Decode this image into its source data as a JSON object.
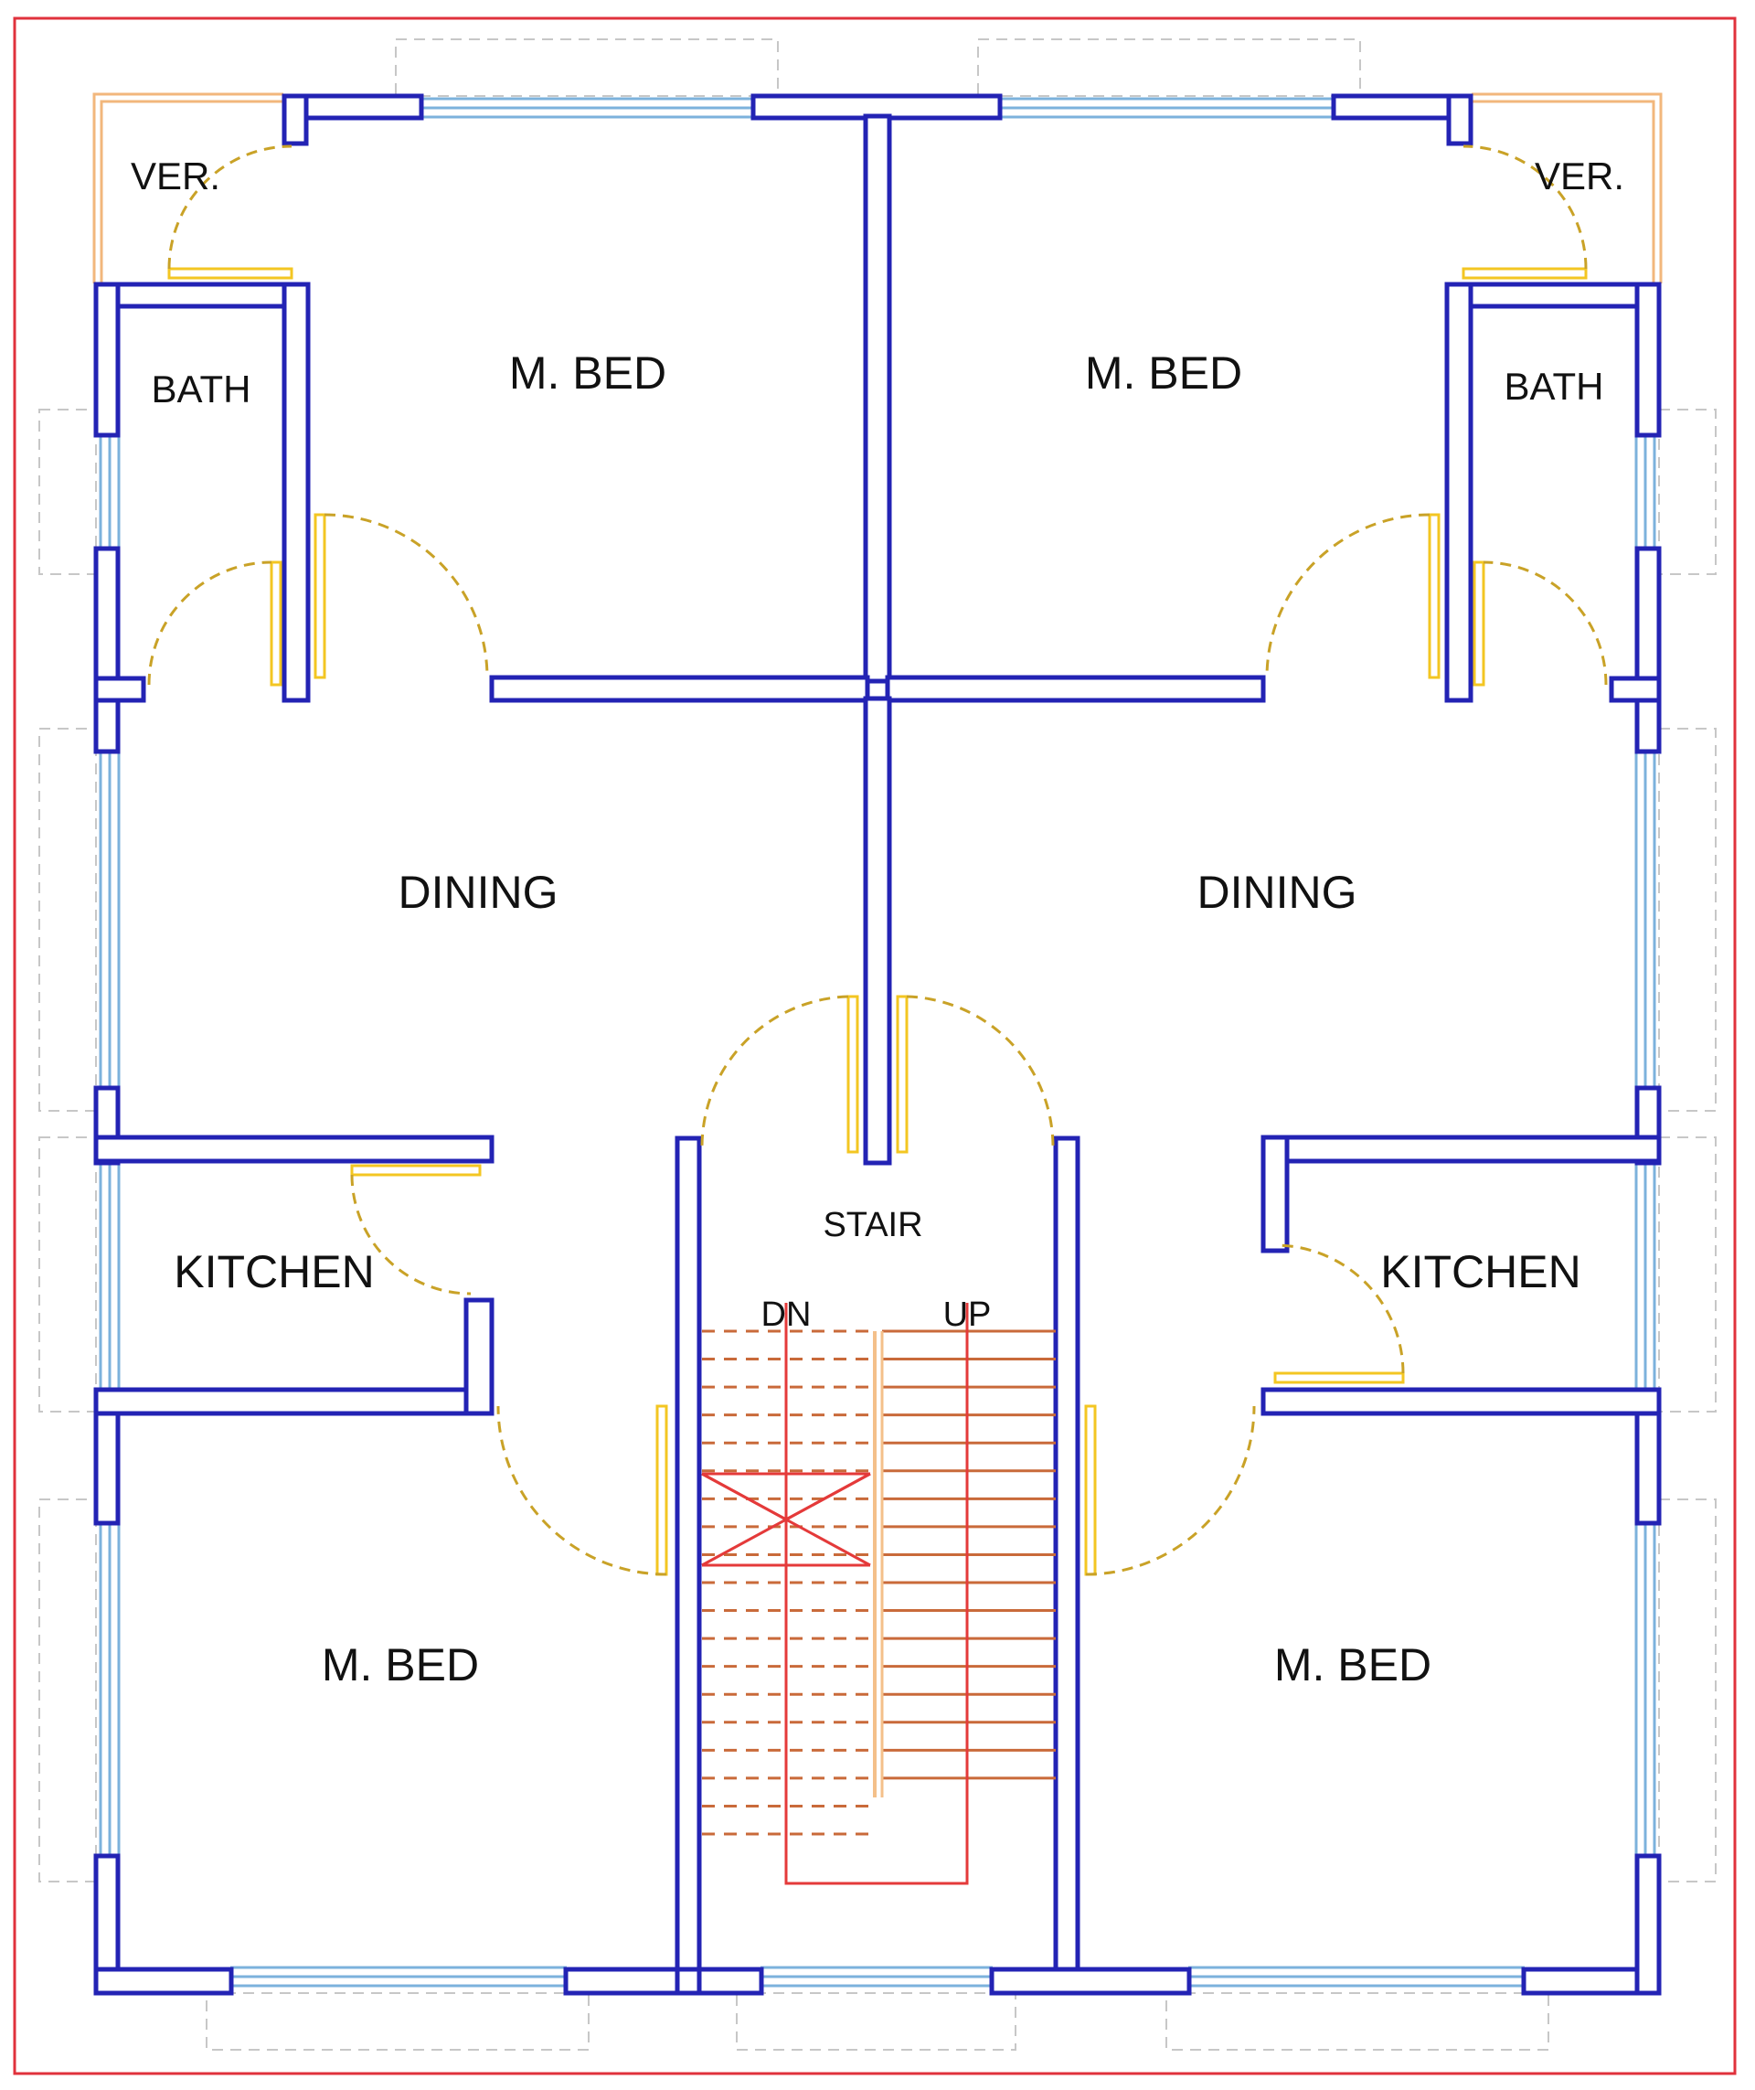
{
  "colors": {
    "border": "#e0323c",
    "wall": "#2323b4",
    "window": "#7cb2dc",
    "door": "#c9a227",
    "door_jamb": "#f3c622",
    "veranda": "#f2b77c",
    "dashed_outline": "#c7c7c7",
    "stair_tread": "#c96a3a",
    "stair_line": "#e43a3a",
    "stair_rail": "#f4c08a"
  },
  "rooms": {
    "ver_left": "VER.",
    "ver_right": "VER.",
    "bath_left": "BATH",
    "bath_right": "BATH",
    "master_bed_top_left": "M. BED",
    "master_bed_top_right": "M. BED",
    "dining_left": "DINING",
    "dining_right": "DINING",
    "kitchen_left": "KITCHEN",
    "kitchen_right": "KITCHEN",
    "stair": "STAIR",
    "master_bed_bottom_left": "M. BED",
    "master_bed_bottom_right": "M. BED"
  },
  "stair": {
    "down_label": "DN",
    "up_label": "UP",
    "tread_count": 19
  }
}
